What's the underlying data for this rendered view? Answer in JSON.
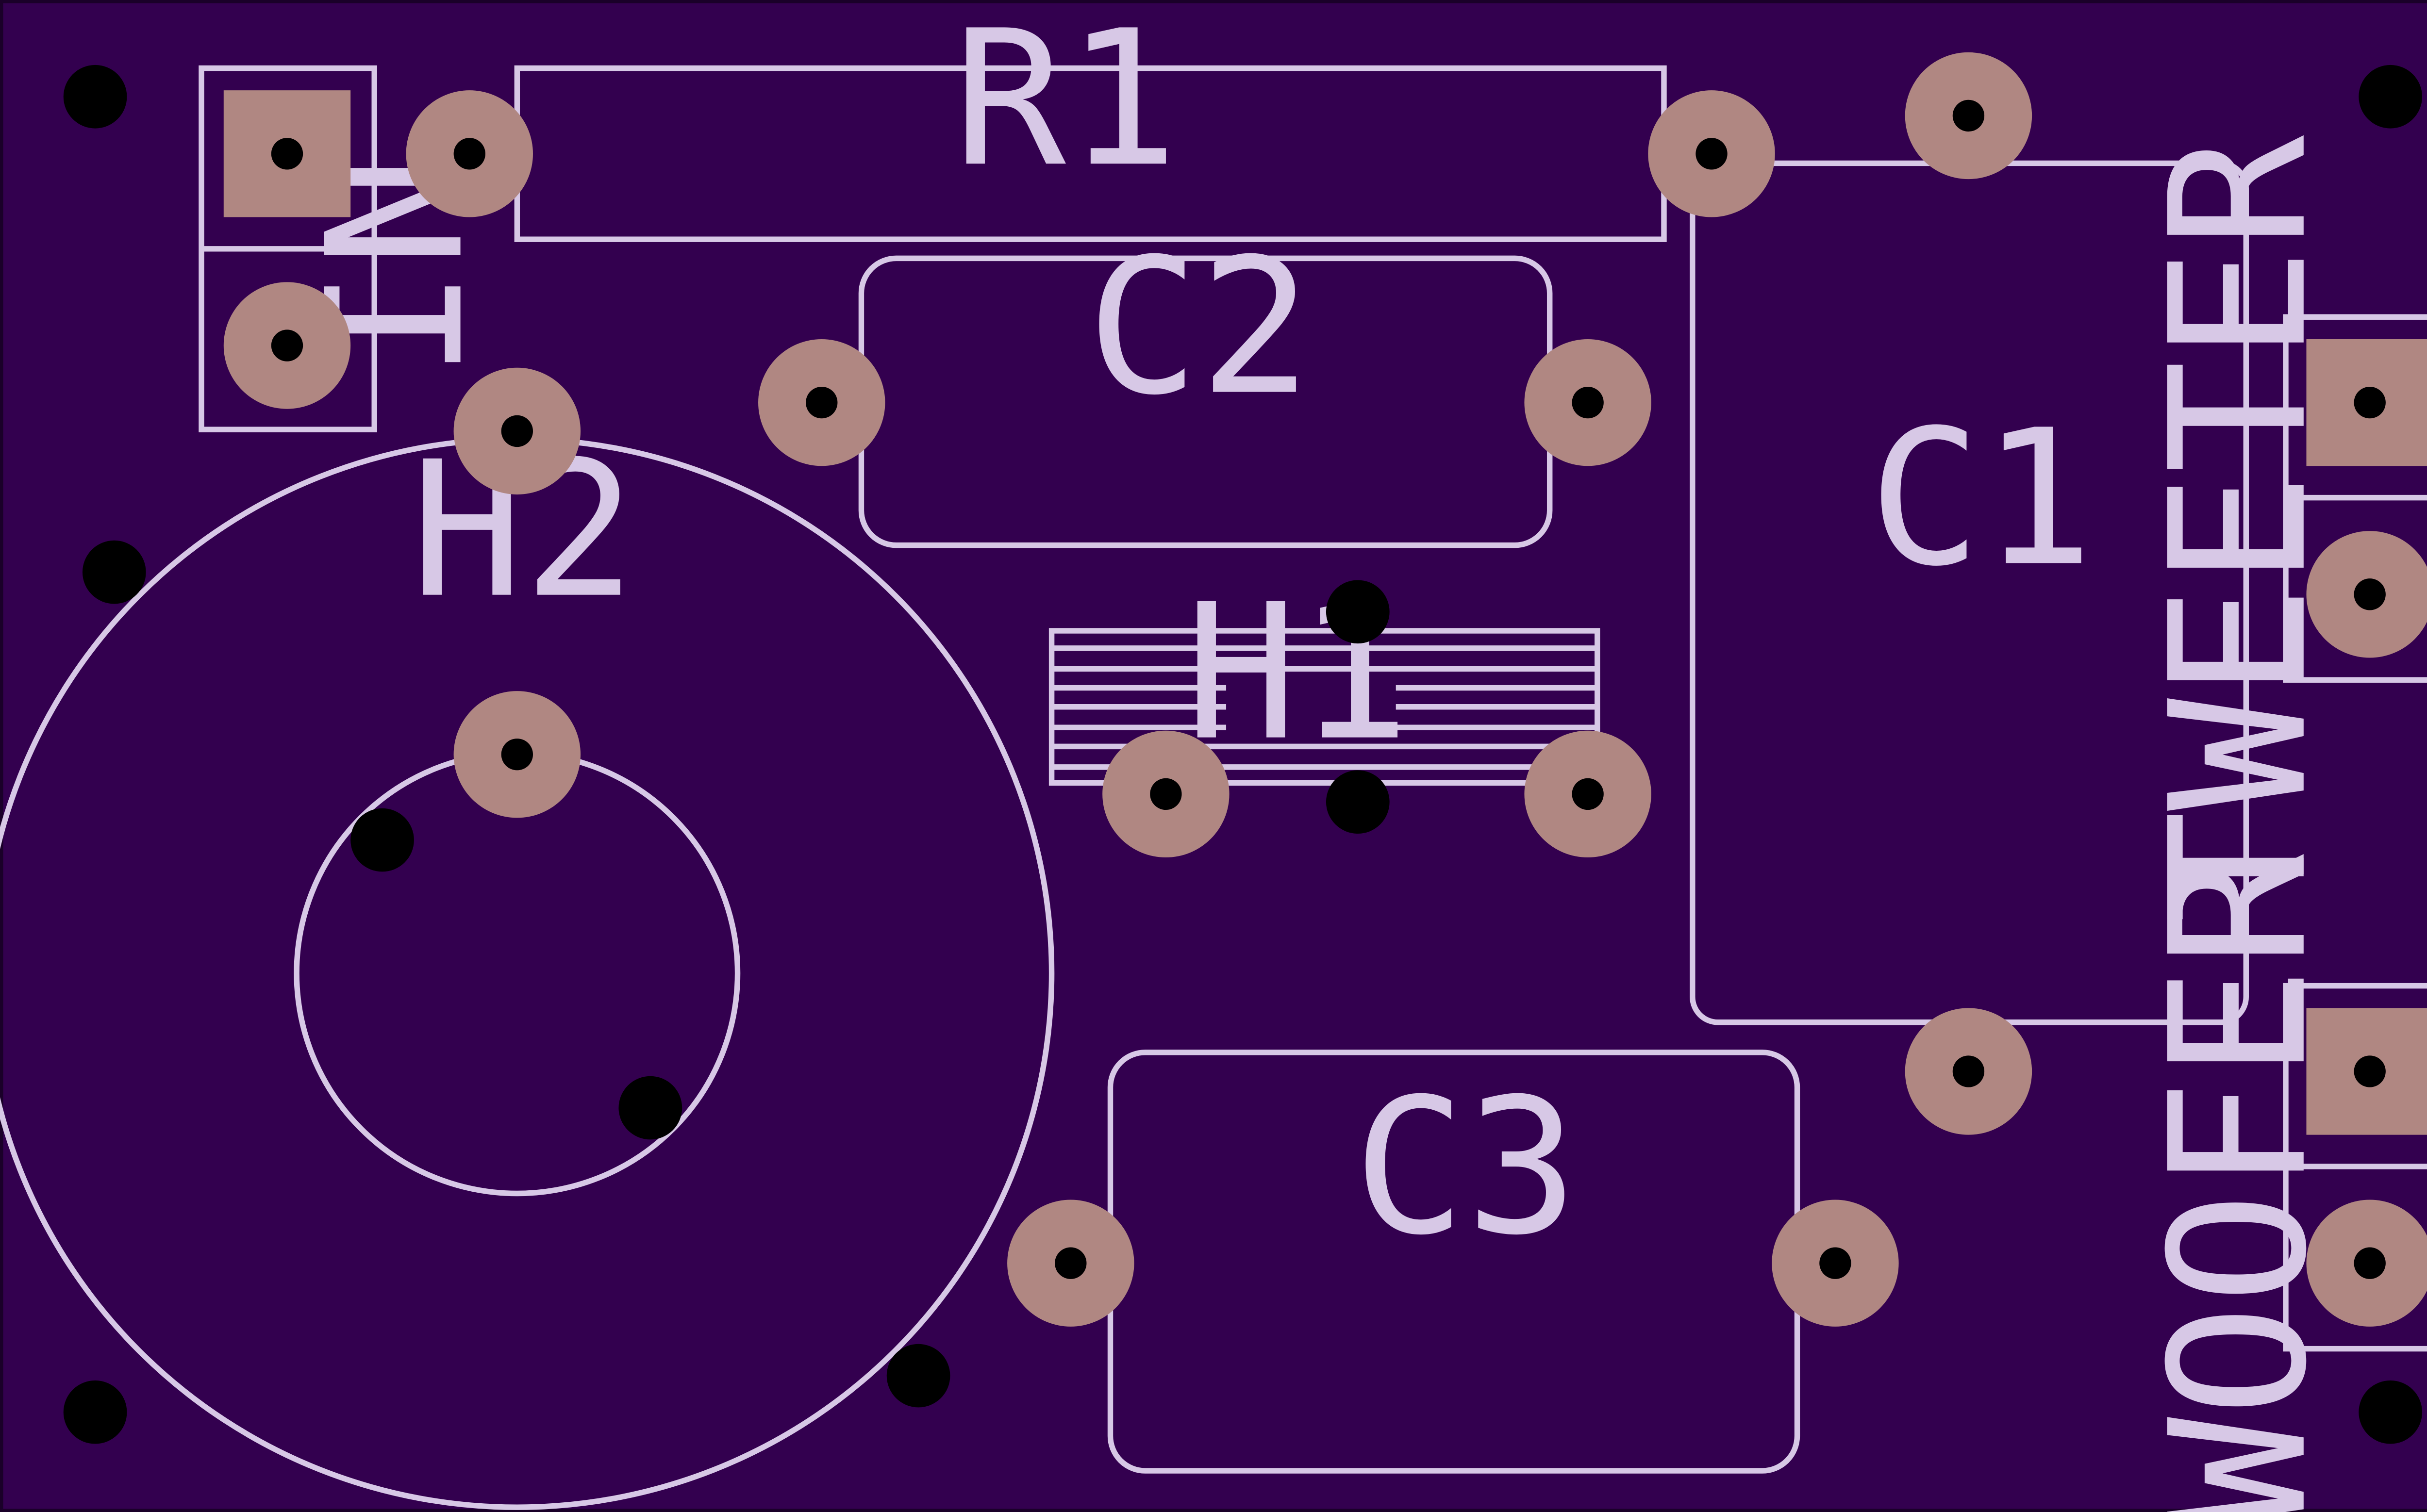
{
  "board": {
    "colors": {
      "substrate": "#33004f",
      "silkscreen": "#d7c8e6",
      "copper_pad": "#b08782",
      "drill": "#000000"
    }
  },
  "labels": {
    "r1": "R1",
    "c1": "C1",
    "c2": "C2",
    "c3": "C3",
    "h1": "H1",
    "h2": "H2",
    "in": "IN",
    "tweeter": "TWEETER",
    "woofer": "WOOFER"
  },
  "icons": {
    "square_pad": "square-pad-icon",
    "round_pad": "round-pad-icon",
    "mounting_hole": "mounting-hole-icon"
  }
}
